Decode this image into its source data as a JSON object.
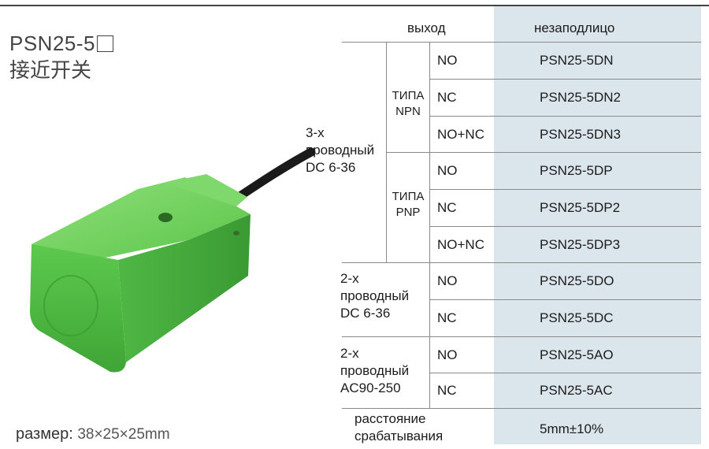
{
  "title": {
    "model": "PSN25-5",
    "name": "接近开关"
  },
  "size": {
    "label": "размер:",
    "value": "38×25×25mm"
  },
  "table": {
    "header": {
      "output": "выход",
      "flush": "незаподлицо"
    },
    "group1": {
      "line1": "3-х",
      "line2": "проводный",
      "line3": "DC 6-36"
    },
    "npn": {
      "line1": "ТИПА",
      "line2": "NPN"
    },
    "pnp": {
      "line1": "ТИПА",
      "line2": "PNP"
    },
    "group2": {
      "line1": "2-х",
      "line2": "проводный",
      "line3": "DC 6-36"
    },
    "group3": {
      "line1": "2-х",
      "line2": "проводный",
      "line3": "AC90-250"
    },
    "rows": [
      {
        "contact": "NO",
        "model": "PSN25-5DN"
      },
      {
        "contact": "NC",
        "model": "PSN25-5DN2"
      },
      {
        "contact": "NO+NC",
        "model": "PSN25-5DN3"
      },
      {
        "contact": "NO",
        "model": "PSN25-5DP"
      },
      {
        "contact": "NC",
        "model": "PSN25-5DP2"
      },
      {
        "contact": "NO+NC",
        "model": "PSN25-5DP3"
      },
      {
        "contact": "NO",
        "model": "PSN25-5DO"
      },
      {
        "contact": "NC",
        "model": "PSN25-5DC"
      },
      {
        "contact": "NO",
        "model": "PSN25-5AO"
      },
      {
        "contact": "NC",
        "model": "PSN25-5AC"
      }
    ],
    "distance": {
      "line1": "расстояние",
      "line2": "срабатывания",
      "value": "5mm±10%"
    }
  }
}
